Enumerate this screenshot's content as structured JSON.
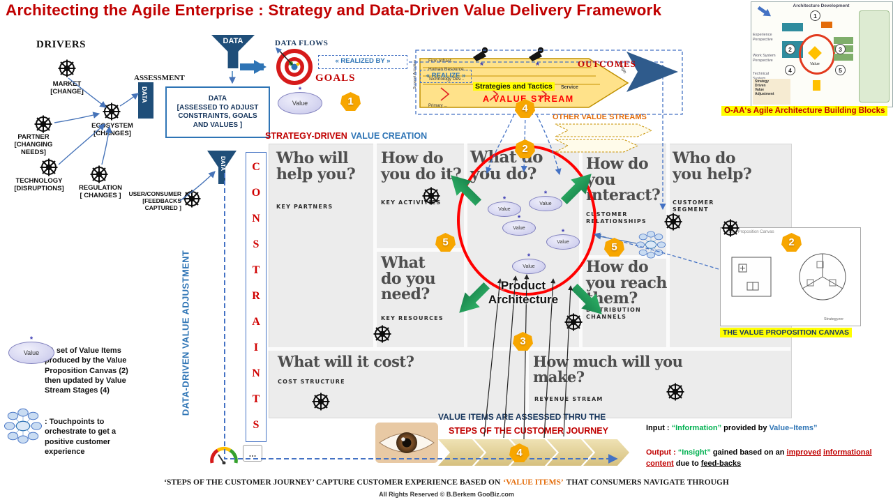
{
  "title": "Architecting the Agile Enterprise : Strategy and Data-Driven Value Delivery Framework",
  "misc": {
    "data": "DATA",
    "value": "Value",
    "star": "*",
    "ellipsis": "..."
  },
  "badges": {
    "n1": "1",
    "n2": "2",
    "n3": "3",
    "n4": "4",
    "n5": "5"
  },
  "mini_oaa": {
    "header": "Architecture Development",
    "persp1": "Experience\nPerspective",
    "persp2": "Work System\nPerspective",
    "persp3": "Technical\nSystem\nPerspective",
    "value": "Value",
    "footer": "Strategy\nDriven\nValue\nAdjustment",
    "caption": "O-AA‘s Agile Architecture Building Blocks"
  },
  "drivers": {
    "heading": "DRIVERS",
    "market": "MARKET\n[CHANGE]",
    "partner": "PARTNER\n[CHANGING\nNEEDS]",
    "technology": "TECHNOLOGY\n[DISRUPTIONS]",
    "regulation": "REGULATION\n[ CHANGES ]",
    "ecosystem": "ECOSYSTEM\n[CHANGES]",
    "user": "USER/CONSUMER\n[FEEDBACKS\nCAPTURED ]"
  },
  "assessment": {
    "label": "ASSESSMENT",
    "box": "DATA\n[ASSESSED TO ADJUST\nCONSTRAINTS, GOALS\nAND VALUES ]"
  },
  "flow": {
    "data_flows": "DATA FLOWS",
    "realized_by": "« REALIZED BY »",
    "realize": "« REALIZE »",
    "goals": "GOALS",
    "strategy_red": "STRATEGY-DRIVEN",
    "strategy_blue": "VALUE CREATION"
  },
  "value_chain": {
    "strategies": "Strategies and Tactics",
    "stream": "A VALUE STREAM",
    "outcomes": "OUTCOMES",
    "other": "OTHER VALUE STREAMS",
    "rows": [
      "Firm Infrast...",
      "Human Resource...",
      "Technology Dev..."
    ],
    "support": "Support Activities",
    "service": "Service",
    "margin": "Margin",
    "primary": "Primary ..."
  },
  "canvas": {
    "key_partners": {
      "q": "Who will\nhelp you?",
      "label": "KEY PARTNERS"
    },
    "key_activities": {
      "q": "How do\nyou do it?",
      "label": "KEY ACTIVITIES"
    },
    "what_you_do": {
      "q": "What do\nyou do?"
    },
    "customer_relationships": {
      "q": "How do\nyou\ninteract?",
      "label": "CUSTOMER\nRELATIONSHIPS"
    },
    "customer_segment": {
      "q": "Who do\nyou help?",
      "label": "CUSTOMER\nSEGMENT"
    },
    "key_resources": {
      "q": "What\ndo you\nneed?",
      "label": "KEY RESOURCES"
    },
    "channels": {
      "q": "How do\nyou reach\nthem?",
      "label": "DISTRIBUTION\nCHANNELS"
    },
    "cost": {
      "q": "What will it cost?",
      "label": "COST STRUCTURE"
    },
    "revenue": {
      "q": "How much will you\nmake?",
      "label": "REVENUE STREAM"
    }
  },
  "product_architecture": "Product\nArchitecture",
  "constraints_letters": "C\nO\nN\nS\nT\nR\nA\nI\nN\nT\nS",
  "adjustment_label": "DATA-DRIVEN VALUE ADJUSTMENT",
  "legend": {
    "value_items": ": A set of Value Items\nproduced by the Value\nProposition Canvas (2)\nthen updated by Value\nStream Stages (4)",
    "touchpoints": ": Touchpoints to\norchestrate to get a\npositive customer\nexperience"
  },
  "vpc": {
    "inner_title": "Value Proposition Canvas",
    "brand": "Strategyzer",
    "caption": "THE VALUE PROPOSITION CANVAS"
  },
  "journey": {
    "line1": "VALUE ITEMS ARE ASSESSED THRU THE",
    "line2": "STEPS OF THE CUSTOMER JOURNEY"
  },
  "io": {
    "input_label": "Input :",
    "information": "“Information”",
    "provided": "provided by",
    "value_items": "Value–Items”",
    "output_label": "Output :",
    "insight": "“Insight”",
    "gained": "gained based on an",
    "improved": "improved",
    "content": "informational content",
    "due": "due to",
    "feedbacks": "feed-backs"
  },
  "footer": {
    "part1": "‘STEPS OF THE CUSTOMER JOURNEY’ CAPTURE CUSTOMER EXPERIENCE BASED ON",
    "part2": "‘VALUE ITEMS’",
    "part3": "THAT CONSUMERS NAVIGATE THROUGH",
    "rights": "All Rights Reserved © B.Berkem GooBiz.com"
  }
}
